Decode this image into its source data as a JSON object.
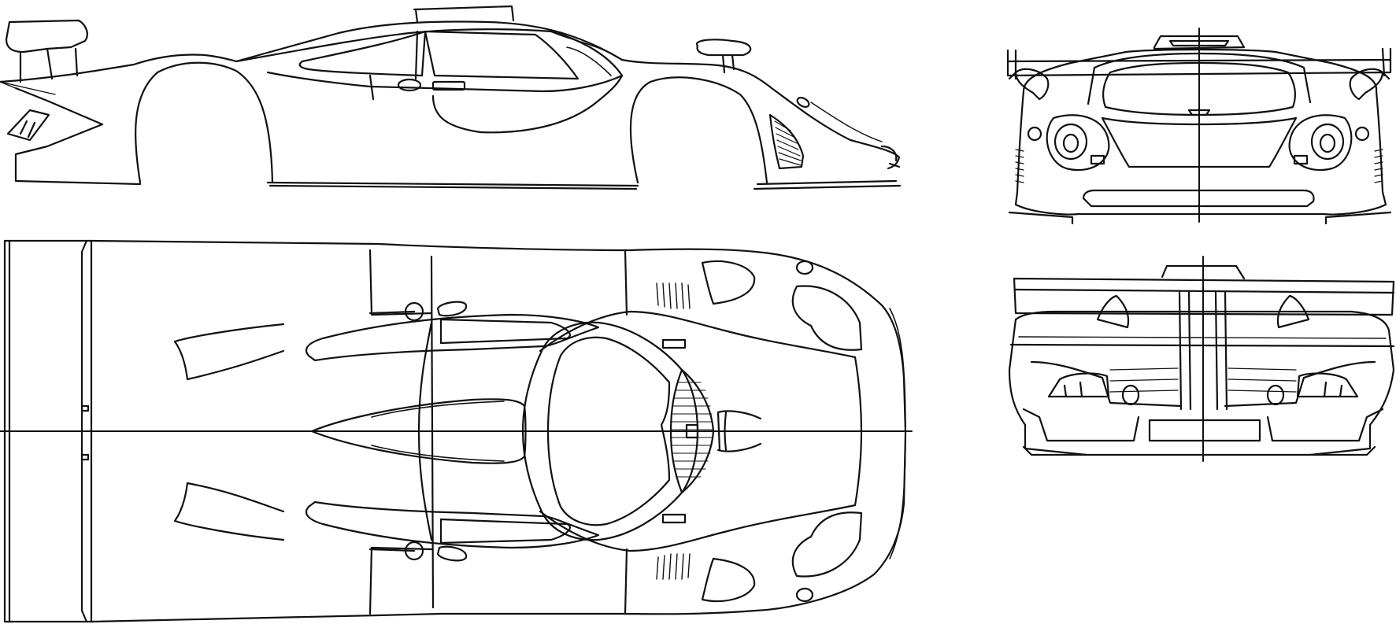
{
  "drawing": {
    "line_color": "#111111",
    "background": "#ffffff",
    "views": [
      {
        "id": "side-view"
      },
      {
        "id": "top-view"
      },
      {
        "id": "front-view"
      },
      {
        "id": "rear-view"
      }
    ]
  }
}
